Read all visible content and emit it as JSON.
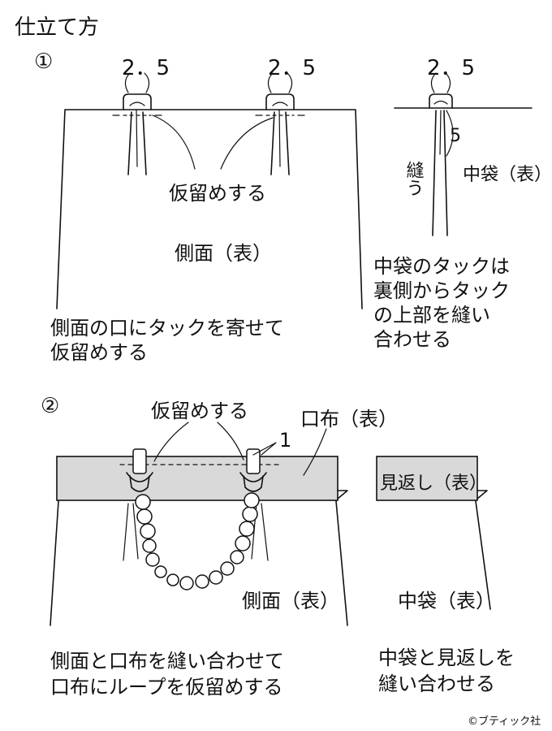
{
  "title": "仕立て方",
  "steps": [
    {
      "number": "①",
      "measure_left": "2．5",
      "measure_right": "2．5",
      "measure_inner": "2．5",
      "measure_seam": "5",
      "label_baste": "仮留めする",
      "label_side_panel": "側面（表）",
      "label_sew": "縫う",
      "label_inner_bag": "中袋（表）",
      "note_inner": [
        "中袋のタックは",
        "裏側からタック",
        "の上部を縫い",
        "合わせる"
      ],
      "caption": [
        "側面の口にタックを寄せて",
        "仮留めする"
      ]
    },
    {
      "number": "②",
      "label_baste": "仮留めする",
      "label_facing_band": "口布（表）",
      "measure_loop": "1",
      "label_lining_facing": "見返し（表）",
      "label_side_panel": "側面（表）",
      "label_inner_bag": "中袋（表）",
      "caption": [
        "側面と口布を縫い合わせて",
        "口布にループを仮留めする"
      ],
      "note_inner": [
        "中袋と見返しを",
        "縫い合わせる"
      ]
    }
  ],
  "copyright": "©ブティック社",
  "colors": {
    "line": "#111111",
    "band_fill": "#d9d9d9",
    "background": "#ffffff"
  }
}
